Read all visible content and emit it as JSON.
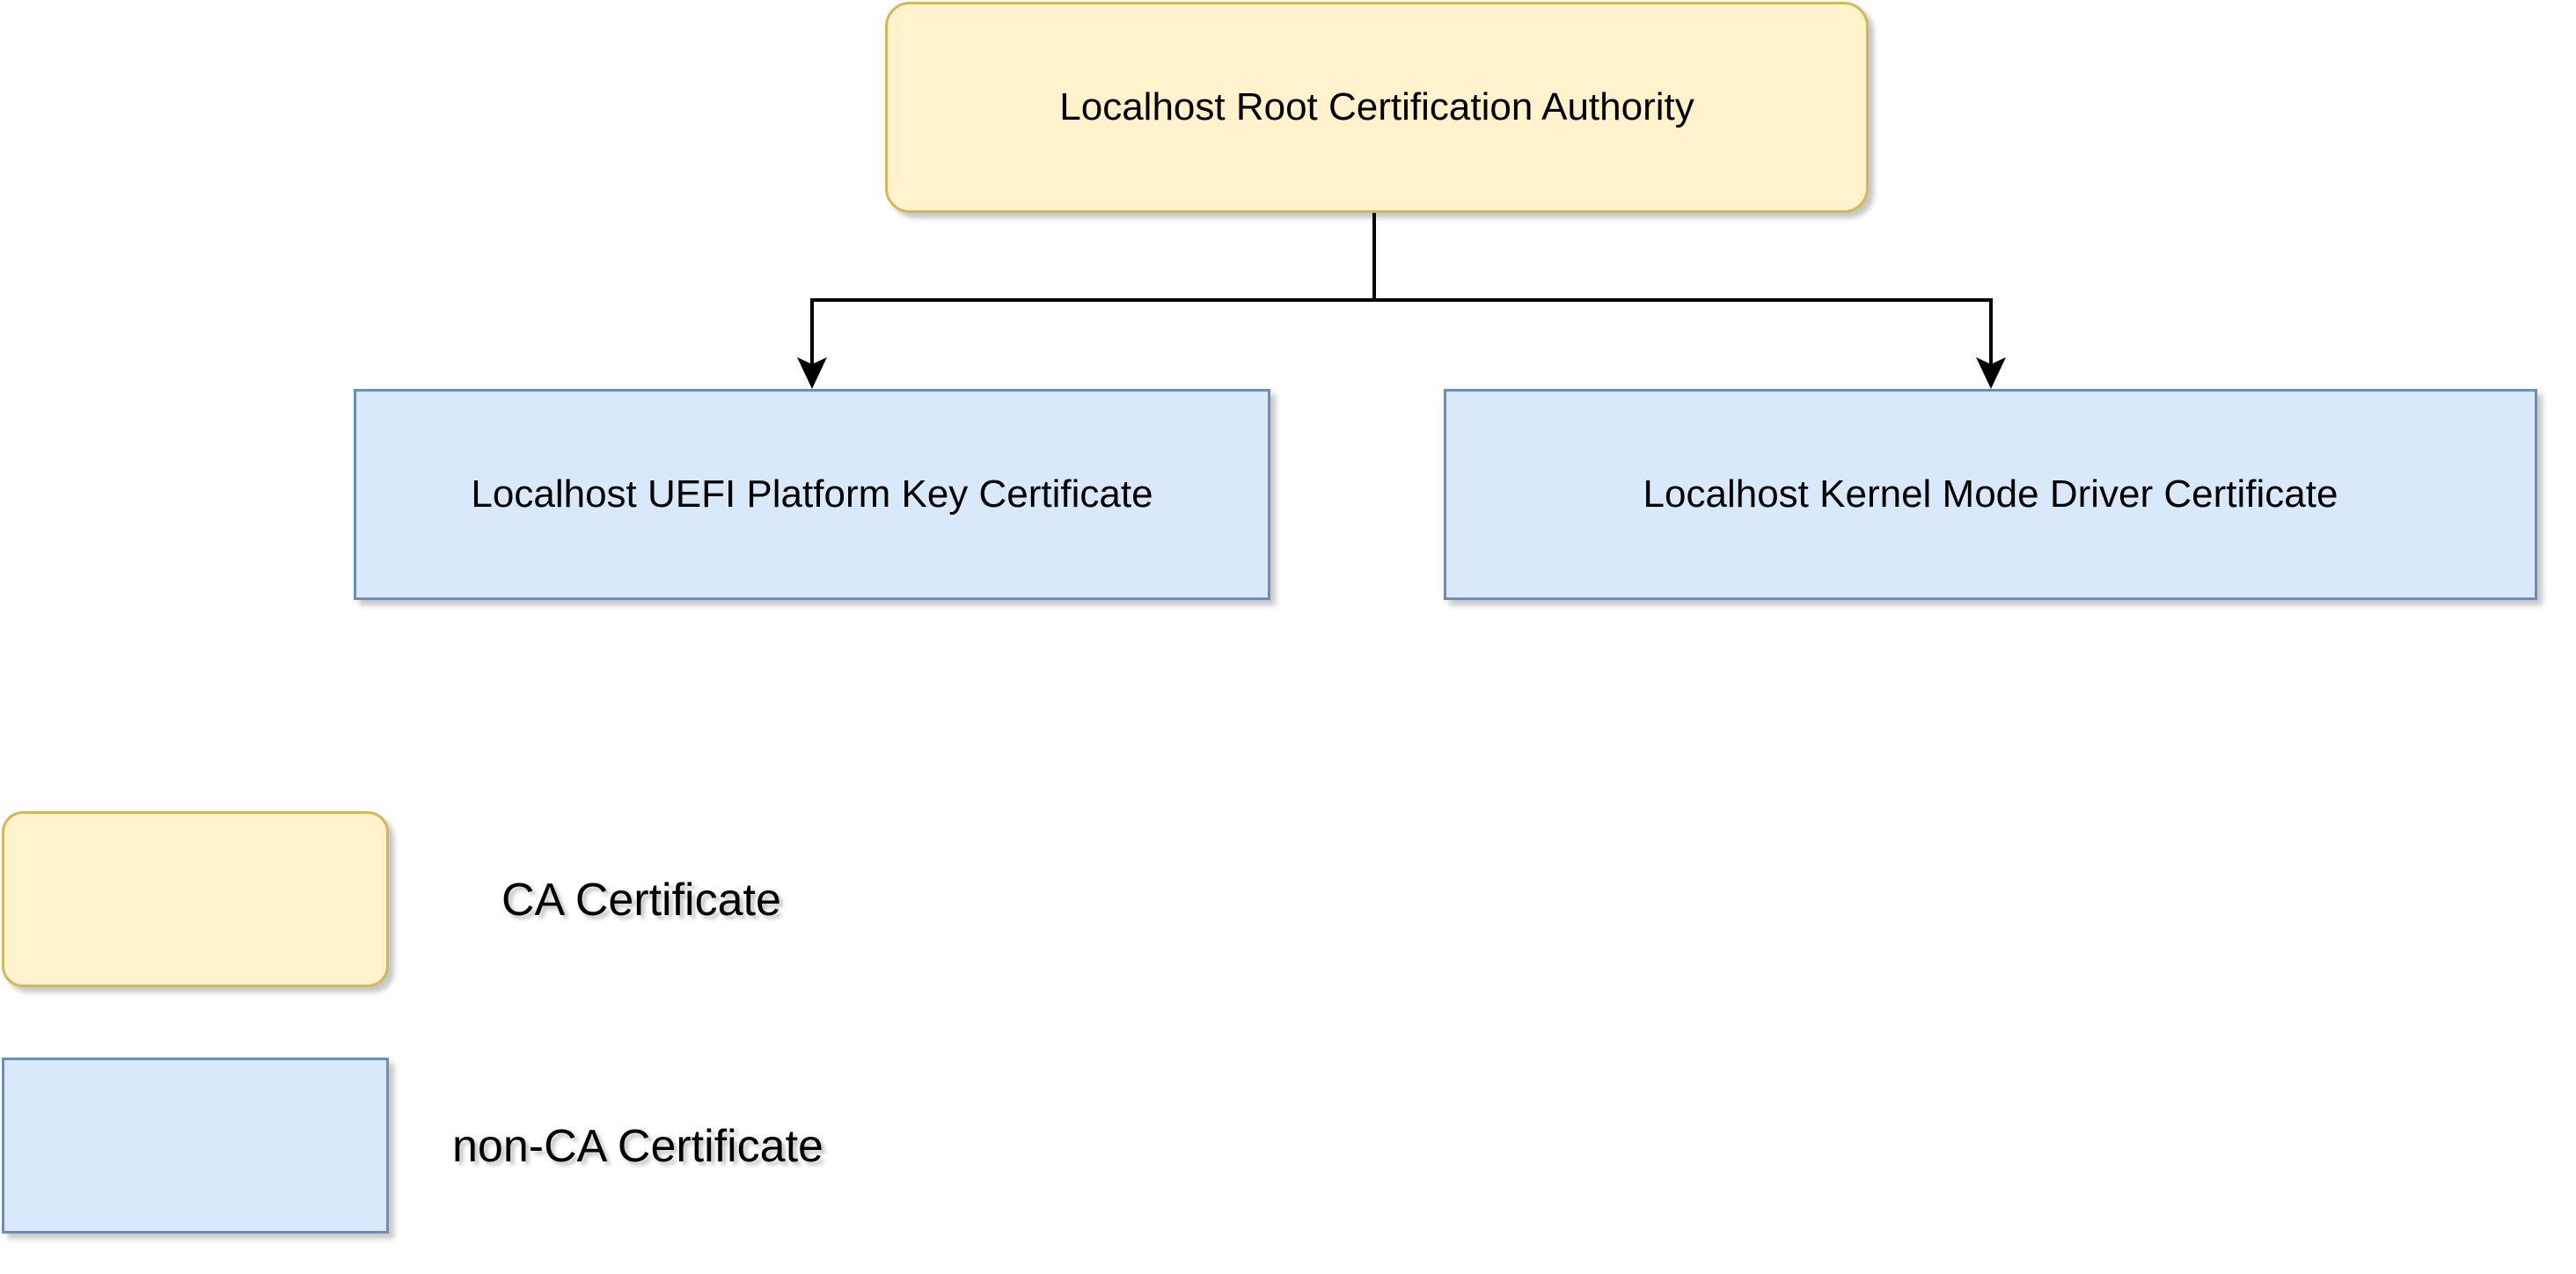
{
  "diagram": {
    "nodes": {
      "root": {
        "label": "Localhost Root Certification Authority",
        "kind": "ca"
      },
      "uefi": {
        "label": "Localhost UEFI Platform Key Certificate",
        "kind": "non-ca"
      },
      "kernel": {
        "label": "Localhost Kernel Mode Driver Certificate",
        "kind": "non-ca"
      }
    },
    "edges": [
      {
        "from": "root",
        "to": "uefi",
        "style": "orthogonal-arrow"
      },
      {
        "from": "root",
        "to": "kernel",
        "style": "orthogonal-arrow"
      }
    ]
  },
  "legend": {
    "items": [
      {
        "label": "CA Certificate",
        "kind": "ca"
      },
      {
        "label": "non-CA Certificate",
        "kind": "non-ca"
      }
    ]
  },
  "colors": {
    "ca_fill": "#fff2cc",
    "ca_stroke": "#d6b656",
    "non_ca_fill": "#dae8fc",
    "non_ca_stroke": "#6c8ebf",
    "edge": "#000000"
  }
}
